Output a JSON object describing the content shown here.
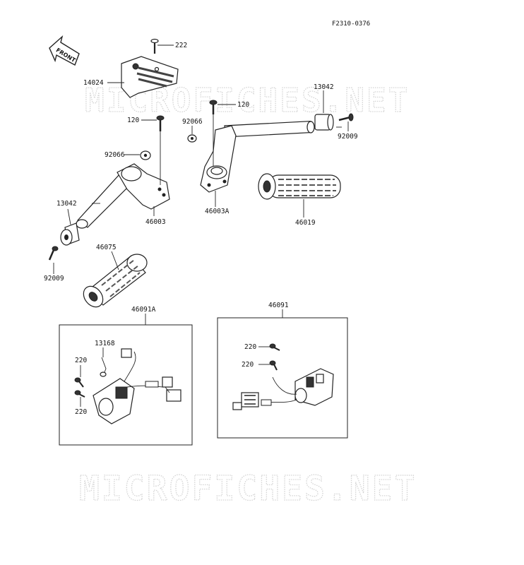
{
  "figure_code": "F2310-0376",
  "watermark": "MICROFICHES.NET",
  "front_label": "FRONT",
  "parts": {
    "p222": "222",
    "p14024": "14024",
    "p13042_right": "13042",
    "p120_right": "120",
    "p92066_right": "92066",
    "p92009_right": "92009",
    "p120_left": "120",
    "p92066_left": "92066",
    "p46003A": "46003A",
    "p13042_left": "13042",
    "p46003": "46003",
    "p46019": "46019",
    "p46075": "46075",
    "p92009_left": "92009",
    "p46091A": "46091A",
    "p46091": "46091",
    "p13168": "13168",
    "p220_a": "220",
    "p220_b": "220",
    "p220_c": "220",
    "p220_d": "220"
  }
}
